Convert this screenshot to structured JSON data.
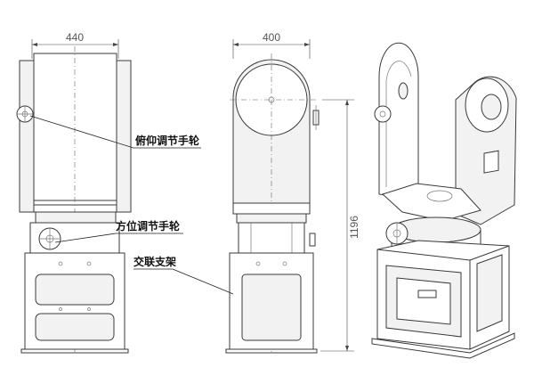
{
  "dimensions": {
    "front_width": "440",
    "side_width": "400",
    "total_height": "1196"
  },
  "labels": {
    "pitch_handwheel": "俯仰调节手轮",
    "azimuth_handwheel": "方位调节手轮",
    "cross_bracket": "交联支架"
  },
  "colors": {
    "line": "#3a3a3a",
    "panel_fill": "#f2f2f2"
  }
}
